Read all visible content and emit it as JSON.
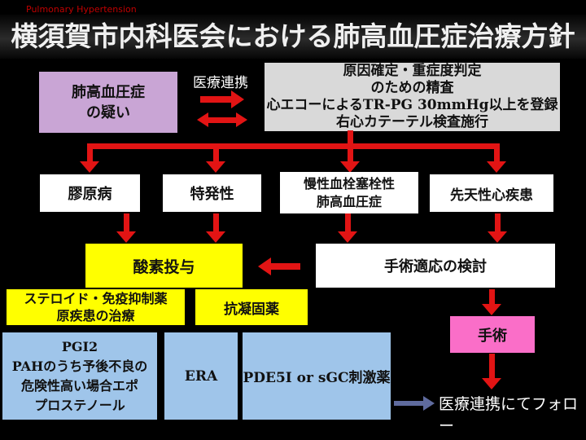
{
  "header": {
    "tag": "Pulmonary Hypertension",
    "title": "横須賀市内科医会における肺高血圧症治療方針"
  },
  "flow": {
    "suspicion": {
      "lines": [
        "肺高血圧症",
        "の疑い"
      ]
    },
    "renkei_label": "医療連携",
    "workup": {
      "lines": [
        "原因確定・重症度判定",
        "のための精査",
        "心エコーによるTR-PG 30mmHg以上を登録",
        "右心カテーテル検査施行"
      ]
    },
    "categories": [
      {
        "line1": "膠原病"
      },
      {
        "line1": "特発性"
      },
      {
        "line1": "慢性血栓塞栓性",
        "line2": "肺高血圧症"
      },
      {
        "line1": "先天性心疾患"
      }
    ],
    "oxygen": "酸素投与",
    "surgery_eval": "手術適応の検討",
    "steroid": {
      "lines": [
        "ステロイド・免疫抑制薬",
        "原疾患の治療"
      ]
    },
    "anticoagulant": "抗凝固薬",
    "pgi2": {
      "lines": [
        "PGI2",
        "PAHのうち予後不良の",
        "危険性高い場合エポ",
        "プロステノール"
      ]
    },
    "era": "ERA",
    "pde5": "PDE5I or sGC刺激薬",
    "surgery": "手術",
    "followup": "医療連携にてフォロー"
  },
  "colors": {
    "bg": "#000000",
    "title-text": "#f0f0f0",
    "tag-red": "#c00000",
    "red": "#e21414",
    "lavender": "#c9a5d5",
    "gray": "#d9d9d9",
    "white-box": "#ffffff",
    "yellow": "#ffff00",
    "blue": "#9fc5ea",
    "pink": "#fa6ec8",
    "slate": "#5f6b9e",
    "label-white": "#ffffff"
  }
}
